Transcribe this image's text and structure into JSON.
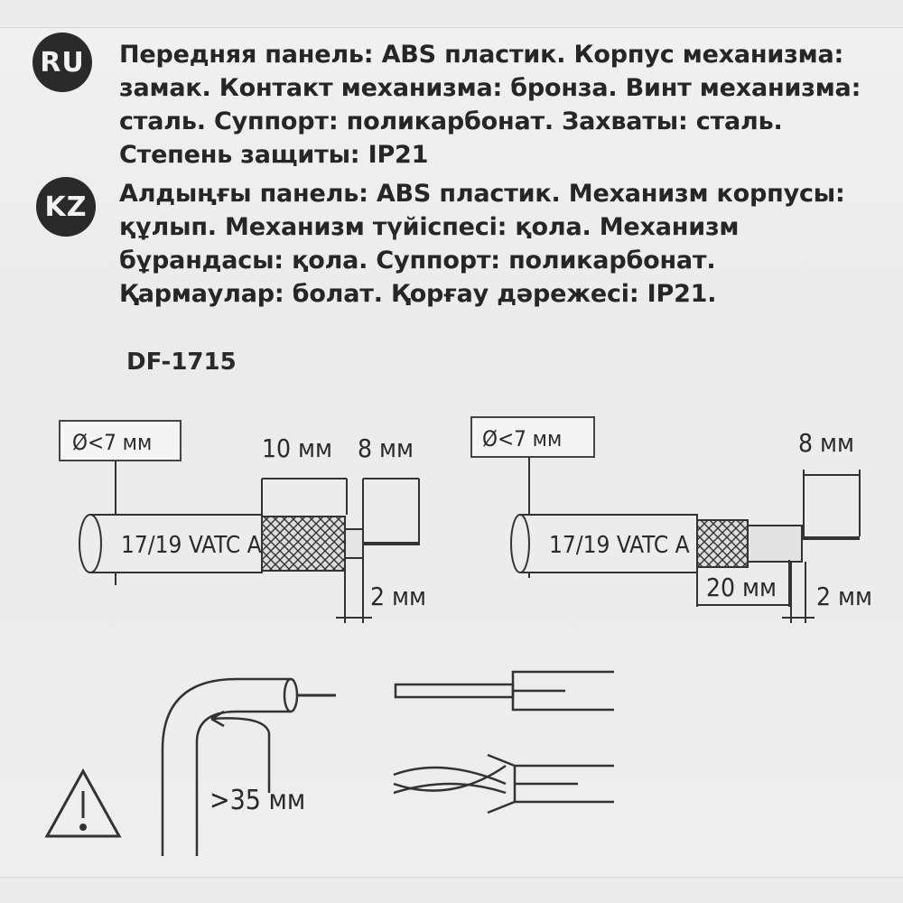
{
  "ru": {
    "badge": "RU",
    "lines": [
      "Передняя панель: ABS пластик. Корпус механизма:",
      "замак. Контакт механизма: бронза. Винт механизма:",
      "сталь. Суппорт: поликарбонат. Захваты: сталь.",
      "Степень защиты: IP21"
    ]
  },
  "kz": {
    "badge": "KZ",
    "lines": [
      "Алдыңғы панель: ABS пластик. Механизм корпусы:",
      "құлып. Механизм түйіспесі: қола. Механизм",
      "бұрандасы: қола. Суппорт: поликарбонат.",
      "Қармаулар: болат. Қорғау дәрежесі: IP21."
    ]
  },
  "model": "DF-1715",
  "diagram_left": {
    "diameter_label": "Ø<7 мм",
    "cable_label": "17/19 VATC A",
    "dim_10": "10 мм",
    "dim_8": "8 мм",
    "dim_2": "2 мм"
  },
  "diagram_right": {
    "diameter_label": "Ø<7 мм",
    "cable_label": "17/19 VATC A",
    "dim_8": "8 мм",
    "dim_20": "20 мм",
    "dim_2": "2 мм"
  },
  "bend": {
    "radius_label": ">35 мм"
  }
}
